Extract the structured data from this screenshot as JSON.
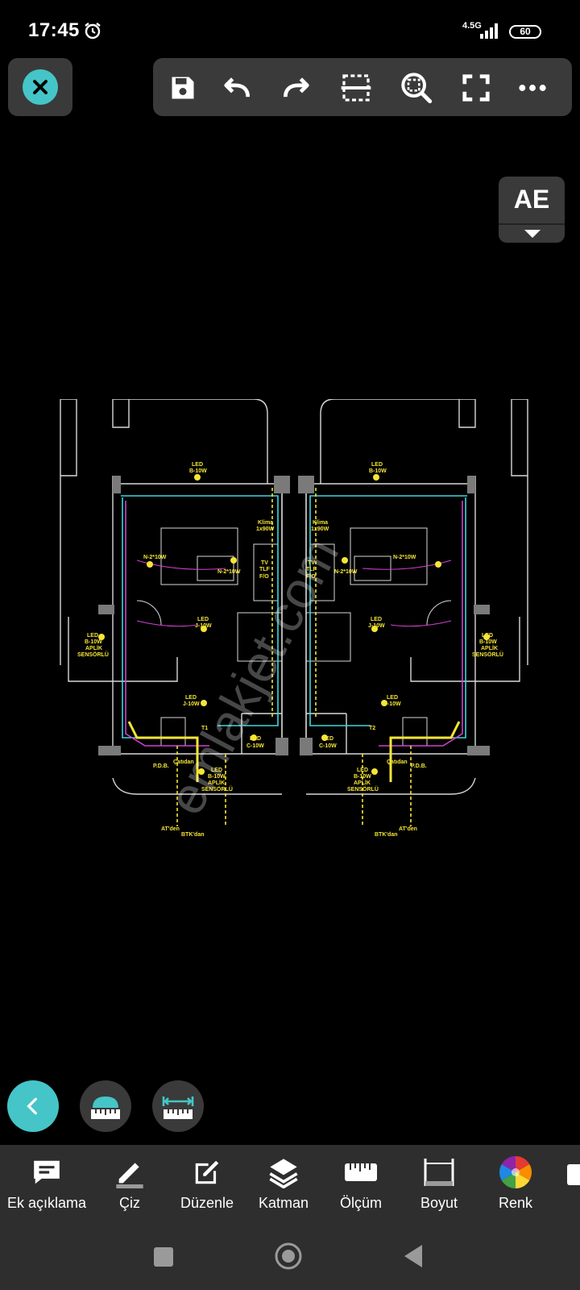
{
  "status_bar": {
    "time": "17:45",
    "network": "4.5G",
    "battery": "60"
  },
  "toolbar": {
    "icons": [
      "close-icon",
      "save-icon",
      "undo-icon",
      "redo-icon",
      "select-region-icon",
      "zoom-region-icon",
      "fullscreen-icon",
      "more-icon"
    ]
  },
  "text_style_button": {
    "label": "AE"
  },
  "drawing": {
    "labels": {
      "led": "LED",
      "b10w": "B-10W",
      "klima": "Klima",
      "klima_w": "1x90W",
      "tv": "TV",
      "tlf": "TLF",
      "fo": "F/O",
      "n2x10w": "N-2*10W",
      "j10w": "J-10W",
      "aplik": "APLİK",
      "sensorlu": "SENSÖRLÜ",
      "t1": "T1",
      "t2": "T2",
      "c10w": "C-10W",
      "pdb": "P.D.B.",
      "atden": "AT'den",
      "btkdan": "BTK'dan",
      "cardan": "Çatıdan"
    },
    "watermark": "emlakjet.com"
  },
  "bottom_menu": {
    "items": [
      {
        "label": "Ek açıklama",
        "icon": "comment-icon"
      },
      {
        "label": "Çiz",
        "icon": "pencil-icon"
      },
      {
        "label": "Düzenle",
        "icon": "edit-icon"
      },
      {
        "label": "Katman",
        "icon": "layers-icon"
      },
      {
        "label": "Ölçüm",
        "icon": "ruler-icon"
      },
      {
        "label": "Boyut",
        "icon": "dimension-icon"
      },
      {
        "label": "Renk",
        "icon": "color-wheel-icon"
      }
    ]
  },
  "colors": {
    "accent": "#45c5c7",
    "panel": "#3a3a3a",
    "bar": "#2e2e2e",
    "cad_yellow": "#f5e536",
    "cad_cyan": "#3fd6e0",
    "cad_magenta": "#d040d0"
  }
}
